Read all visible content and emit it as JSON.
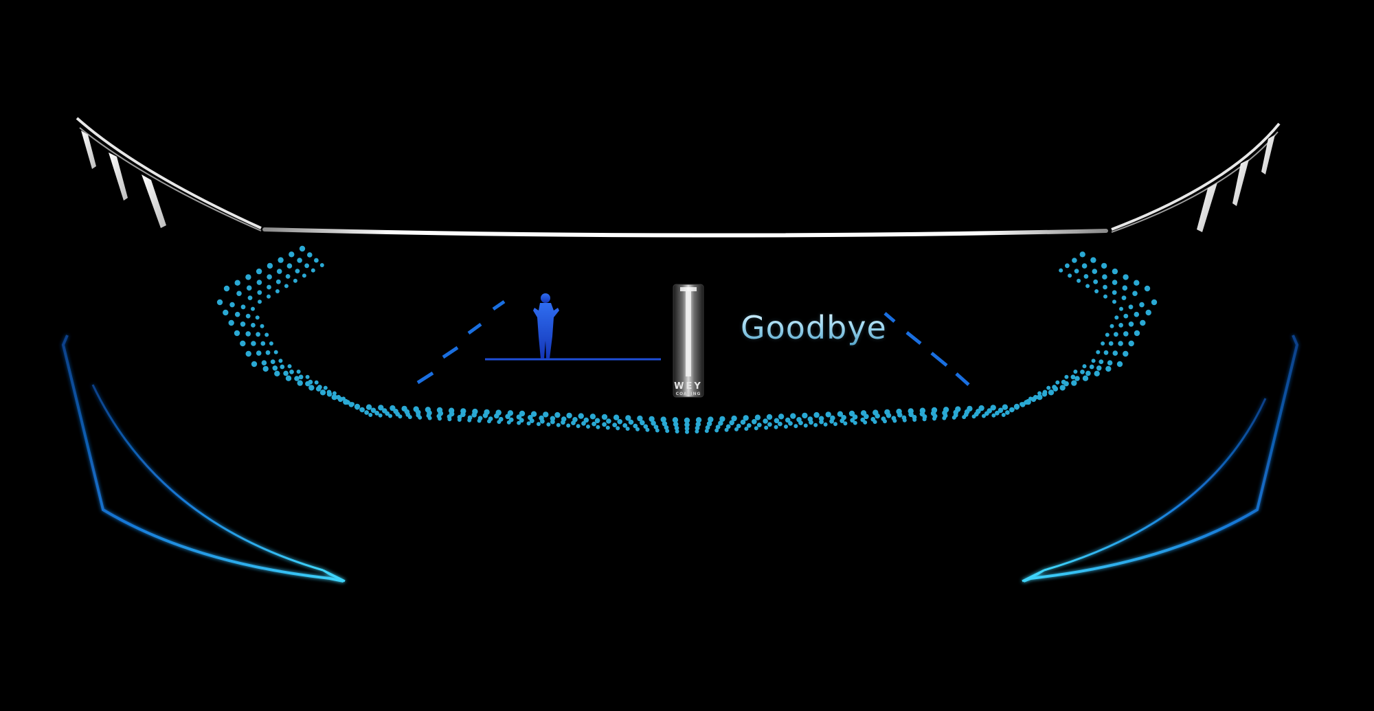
{
  "display": {
    "greeting": "Goodbye",
    "logo_name": "WEY",
    "logo_subtext": "COATING"
  },
  "colors": {
    "background": "#000000",
    "accent_cyan": "#27c6f2",
    "dot_cyan": "#2aa9d4",
    "figure_blue": "#1f4fd8",
    "lane_blue": "#1a6fe0",
    "light_bar_white": "#ffffff"
  },
  "icons": {
    "figure": "standing-person-icon",
    "logo": "wey-logo-badge"
  }
}
